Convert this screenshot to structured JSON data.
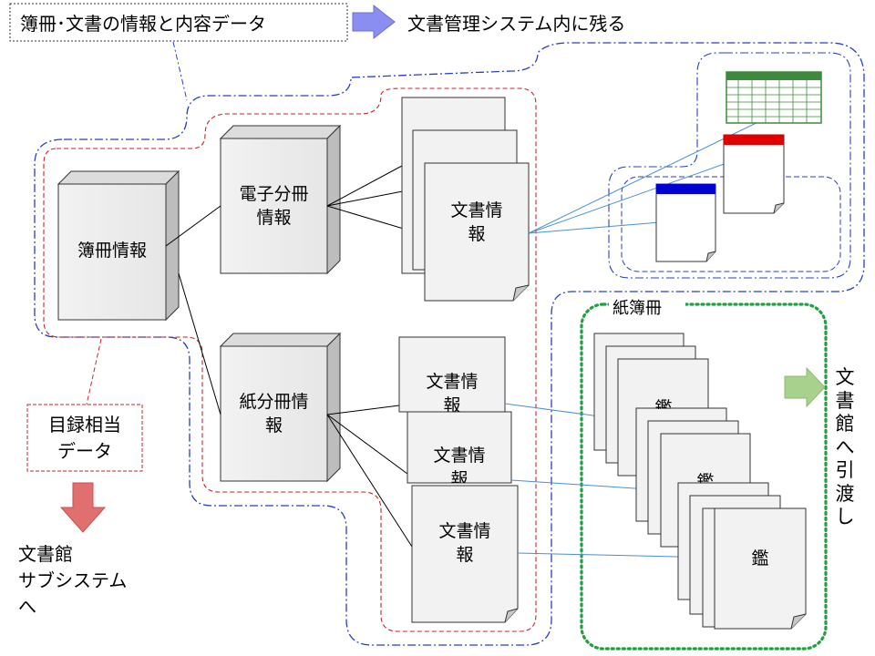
{
  "header": {
    "box_label": "簿冊･文書の情報と内容データ",
    "result_label": "文書管理システム内に残る"
  },
  "nodes": {
    "bosatsu_info": "簿冊情報",
    "denshi_bunsatsu_l1": "電子分冊",
    "denshi_bunsatsu_l2": "情報",
    "kami_bunsatsu_l1": "紙分冊情",
    "kami_bunsatsu_l2": "報",
    "bunsho_l1": "文書情",
    "bunsho_l2": "報"
  },
  "paper_book": {
    "label": "紙簿冊",
    "doc_glyph": "鑑"
  },
  "catalog_note": {
    "line1": "目録相当",
    "line2": "データ"
  },
  "outputs": {
    "subsystem_l1": "文書館",
    "subsystem_l2": "サブシステム",
    "subsystem_l3": "へ",
    "handover_vertical": [
      "文",
      "書",
      "館",
      "へ",
      "引",
      "渡",
      "し"
    ]
  },
  "colors": {
    "blue_dashdot": "#2a3fc0",
    "red_dashed": "#c0282d",
    "green_dotted": "#20a040",
    "blue_arrow": "#8a8ef0",
    "red_arrow": "#e07070",
    "green_arrow": "#a9d18e",
    "blue_link": "#4a90d0",
    "grid_green": "#3d8a3d",
    "doc_red_bar": "#e00000",
    "doc_blue_bar": "#0000d0"
  }
}
